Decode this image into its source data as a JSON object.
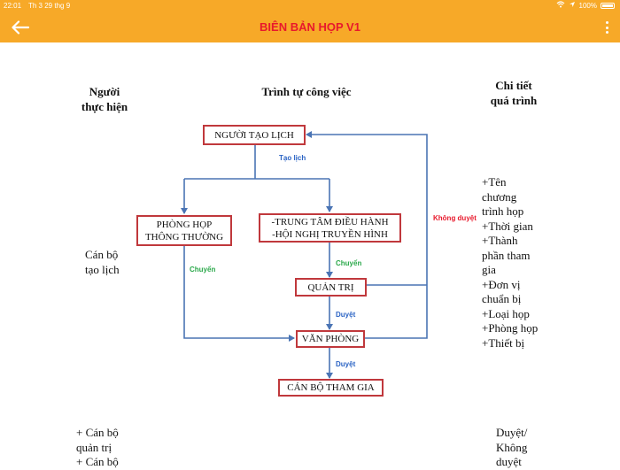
{
  "status_bar": {
    "time": "22:01",
    "date": "Th 3 29 thg 9",
    "battery": "100%"
  },
  "app_bar": {
    "title": "BIÊN BẢN HỌP V1"
  },
  "columns": {
    "performer": "Người\nthực hiện",
    "workflow": "Trình tự công việc",
    "details": "Chi tiết\nquá trình"
  },
  "rows": {
    "performer_1": "Cán bộ\ntạo lịch",
    "details_1": "+Tên\nchương\ntrình họp\n+Thời gian\n+Thành\nphần tham\ngia\n+Đơn vị\nchuẩn bị\n+Loại họp\n+Phòng họp\n+Thiết bị",
    "performer_2": "+ Cán bộ\nquản trị\n+ Cán bộ",
    "details_2": "Duyệt/\nKhông\nduyệt"
  },
  "flow": {
    "creator": "NGƯỜI TẠO LỊCH",
    "normal_room": "PHÒNG HỌP\nTHÔNG THƯỜNG",
    "control_center": "-TRUNG TÂM ĐIỀU HÀNH\n-HỘI NGHỊ TRUYỀN HÌNH",
    "admin": "QUẢN TRỊ",
    "office": "VĂN PHÒNG",
    "attendee": "CÁN BỘ THAM GIA",
    "label_create": "Tạo lịch",
    "label_transfer_left": "Chuyển",
    "label_transfer_right": "Chuyển",
    "label_approve_1": "Duyệt",
    "label_approve_2": "Duyệt",
    "label_reject": "Không duyệt"
  },
  "colors": {
    "accent": "#f7a928",
    "title_red": "#e8192c",
    "box_border": "#c0383c",
    "arrow_blue": "#4a74b4",
    "label_green": "#2aa84a",
    "label_blue": "#2a63c4",
    "label_red": "#e8192c"
  },
  "icons": {
    "back": "arrow-left-icon",
    "more": "more-vertical-icon",
    "wifi": "wifi-icon",
    "location": "location-arrow-icon",
    "battery": "battery-icon"
  }
}
